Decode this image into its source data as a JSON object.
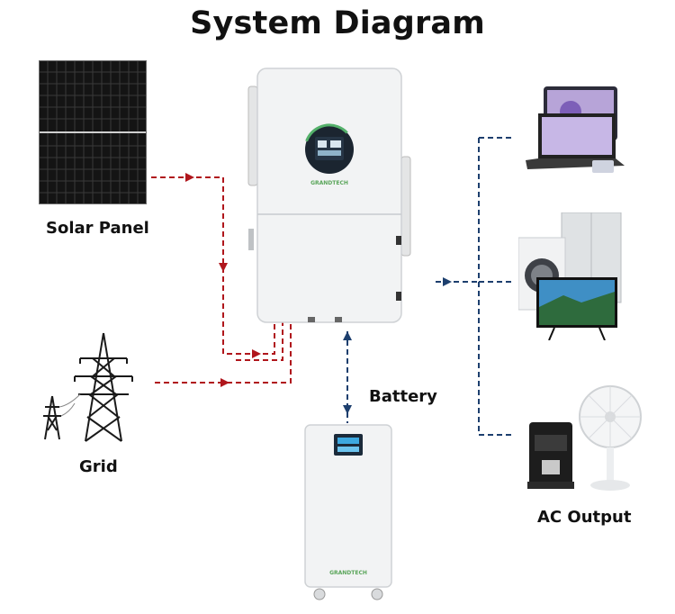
{
  "title": "System Diagram",
  "labels": {
    "solar_panel": "Solar Panel",
    "grid": "Grid",
    "battery": "Battery",
    "ac_output": "AC Output"
  },
  "brand": "GRANDTECH",
  "colors": {
    "pv_line": "#b0161c",
    "ac_line": "#1d3f6e",
    "device_body": "#f2f3f4",
    "brand_green": "#5aa55a"
  }
}
